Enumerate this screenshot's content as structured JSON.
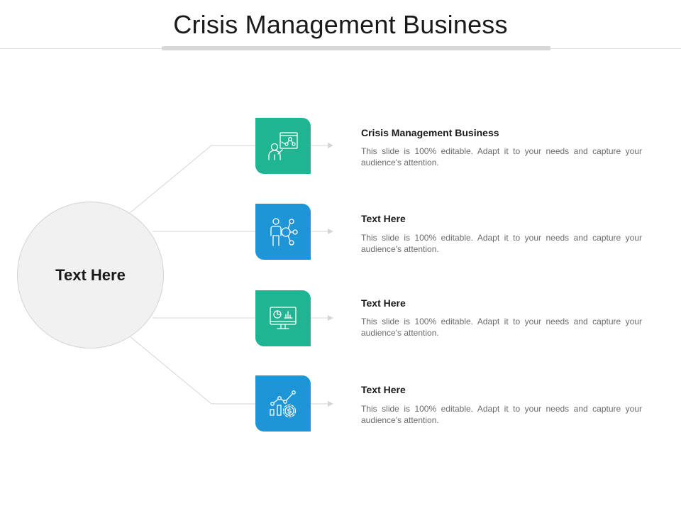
{
  "title": "Crisis Management Business",
  "hub": {
    "label": "Text Here"
  },
  "colors": {
    "teal": "#1fb593",
    "blue": "#1e95d6",
    "hub_fill": "#f1f1f1",
    "line": "#d5d5d5"
  },
  "items": [
    {
      "heading": "Crisis Management Business",
      "desc": "This slide is 100% editable. Adapt it to your needs and capture your audience's attention.",
      "color": "#1fb593",
      "icon": "person-presentation-network-icon"
    },
    {
      "heading": "Text Here",
      "desc": "This slide is 100% editable. Adapt it to your needs and capture your audience's attention.",
      "color": "#1e95d6",
      "icon": "person-network-icon"
    },
    {
      "heading": "Text Here",
      "desc": "This slide is 100% editable. Adapt it to your needs and capture your audience's attention.",
      "color": "#1fb593",
      "icon": "monitor-analytics-icon"
    },
    {
      "heading": "Text Here",
      "desc": "This slide is 100% editable. Adapt it to your needs and capture your audience's attention.",
      "color": "#1e95d6",
      "icon": "growth-chart-dollar-gear-icon"
    }
  ]
}
